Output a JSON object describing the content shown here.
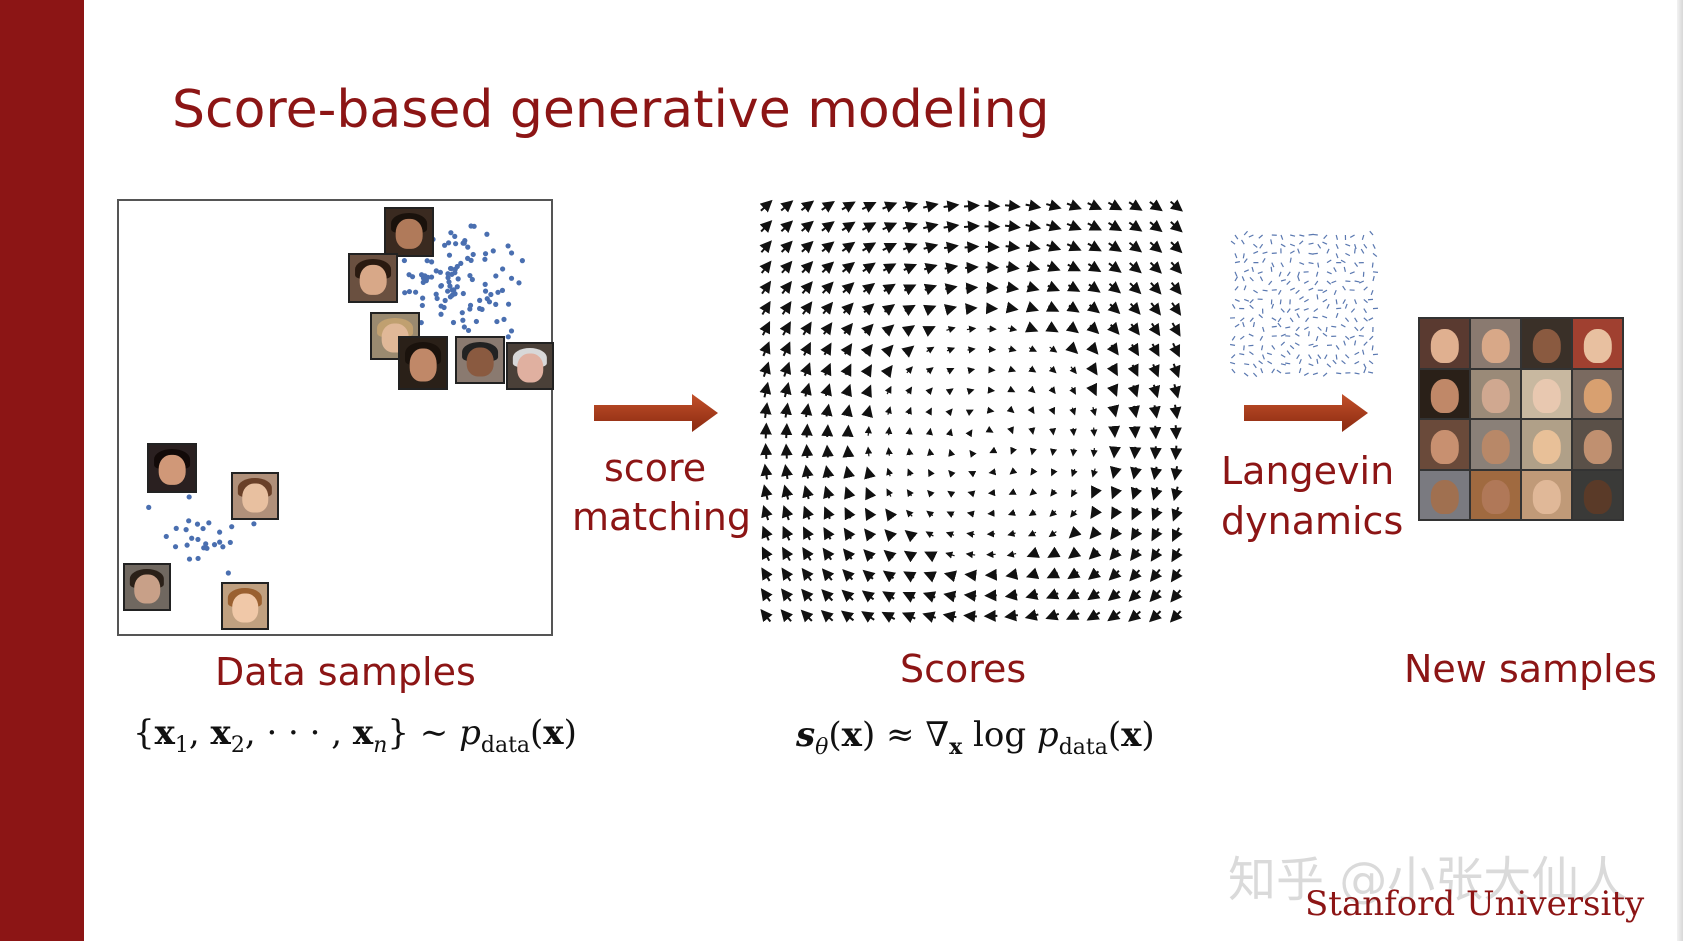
{
  "slide": {
    "title": "Score-based generative modeling",
    "footer_org": "Stanford University",
    "watermark": "知乎 @小张大仙人"
  },
  "left_panel": {
    "caption": "Data samples",
    "formula": {
      "set": "{x1, x2, ···, xn}",
      "dist": "~ p_data(x)"
    }
  },
  "arrow1": {
    "line1": "score",
    "line2": "matching"
  },
  "middle_panel": {
    "caption": "Scores",
    "formula": {
      "lhs": "s_θ(x)",
      "rhs": "≈ ∇x log p_data(x)"
    }
  },
  "arrow2": {
    "line1": "Langevin",
    "line2": "dynamics"
  },
  "right_panel": {
    "caption": "New samples"
  },
  "colors": {
    "brand": "#8c1515",
    "dots": "#4a6fb0",
    "arrow": "#a33a1a"
  }
}
